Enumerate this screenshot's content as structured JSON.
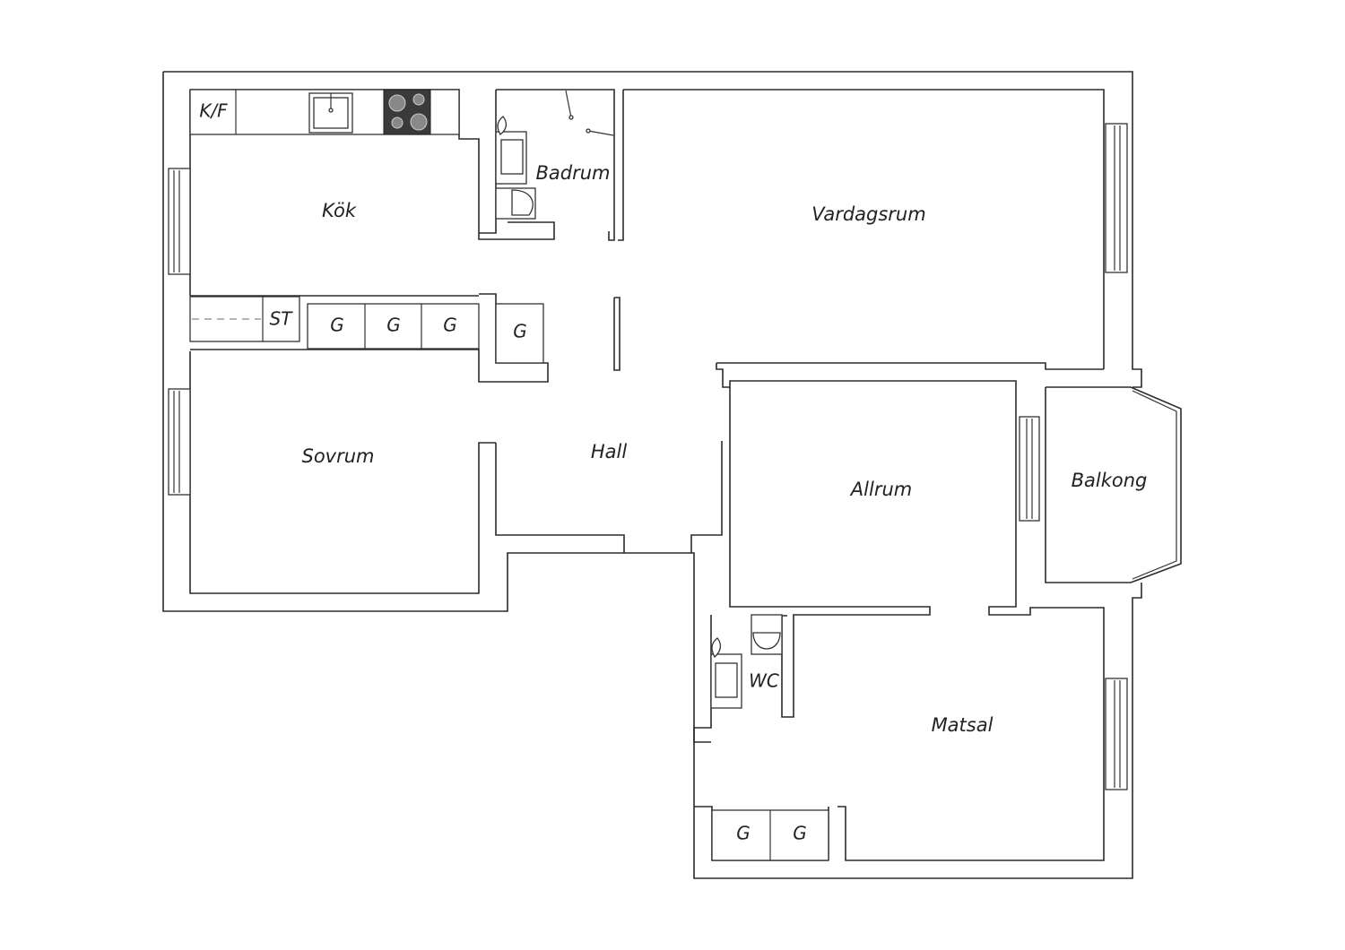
{
  "rooms": {
    "kok": "Kök",
    "badrum": "Badrum",
    "vardagsrum": "Vardagsrum",
    "sovrum": "Sovrum",
    "hall": "Hall",
    "allrum": "Allrum",
    "balkong": "Balkong",
    "matsal": "Matsal",
    "wc": "WC"
  },
  "fixtures": {
    "kf": "K/F",
    "st": "ST",
    "g": "G"
  },
  "colors": {
    "wall": "#2b2b2b",
    "stove": "#3a3a3a",
    "background": "#ffffff"
  }
}
